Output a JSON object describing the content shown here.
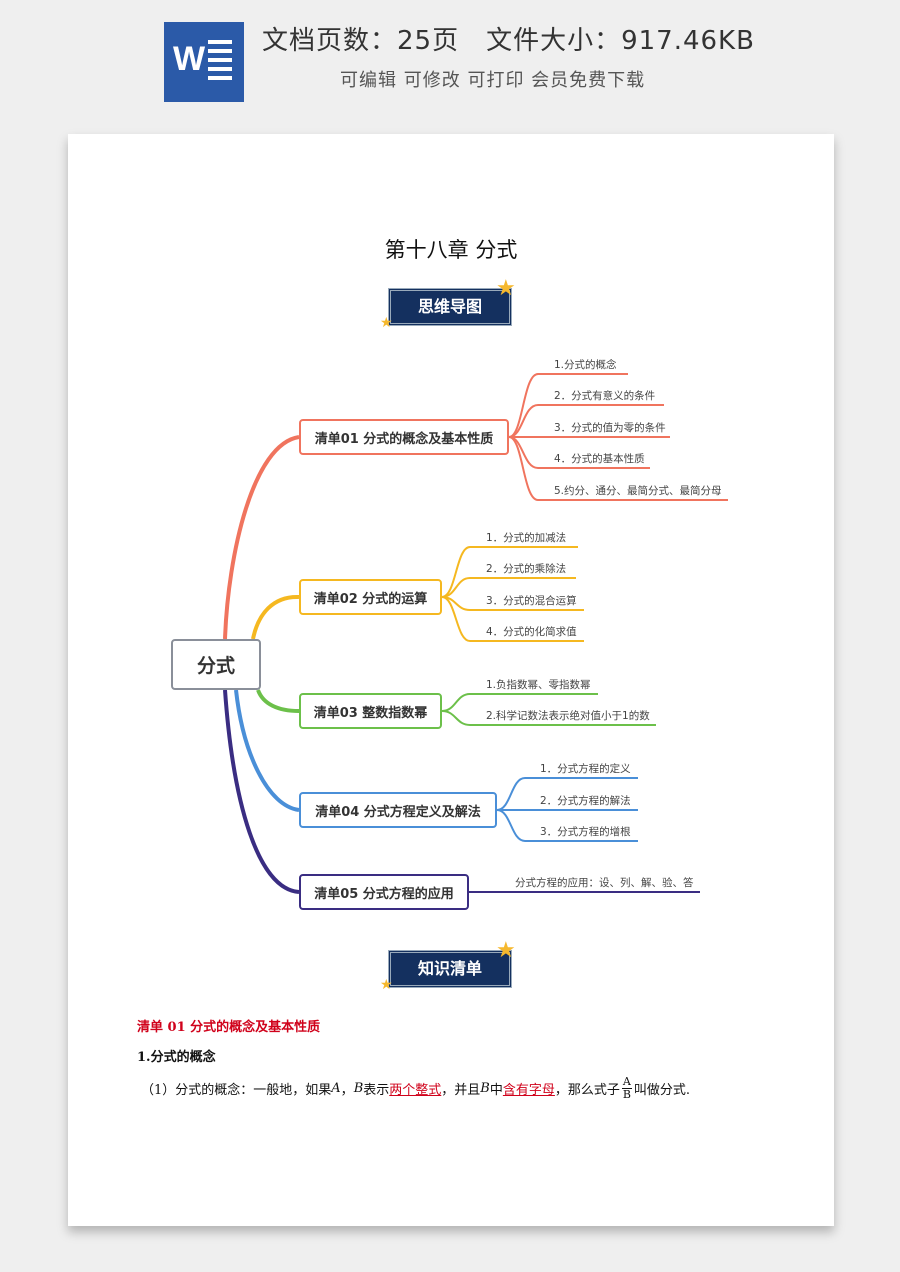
{
  "banner": {
    "title": "文档页数：25页　文件大小：917.46KB",
    "subtitle": "可编辑 可修改 可打印 会员免费下载",
    "icon_letter": "W",
    "icon": "word-document-icon"
  },
  "document": {
    "chapter_title": "第十八章  分式",
    "badge_mindmap": "思维导图",
    "badge_knowledge": "知识清单"
  },
  "mindmap": {
    "root": "分式",
    "branches": [
      {
        "label": "清单01 分式的概念及基本性质",
        "color": "#f0745e",
        "leaves": [
          "1.分式的概念",
          "2．分式有意义的条件",
          "3．分式的值为零的条件",
          "4．分式的基本性质",
          "5.约分、通分、最简分式、最简分母"
        ]
      },
      {
        "label": "清单02 分式的运算",
        "color": "#f5b820",
        "leaves": [
          "1．分式的加减法",
          "2．分式的乘除法",
          "3．分式的混合运算",
          "4．分式的化简求值"
        ]
      },
      {
        "label": "清单03 整数指数幂",
        "color": "#6cc04a",
        "leaves": [
          "1.负指数幂、零指数幂",
          "2.科学记数法表示绝对值小于1的数"
        ]
      },
      {
        "label": "清单04 分式方程定义及解法",
        "color": "#4a8fd8",
        "leaves": [
          "1．分式方程的定义",
          "2．分式方程的解法",
          "3．分式方程的增根"
        ]
      },
      {
        "label": "清单05 分式方程的应用",
        "color": "#3a2d82",
        "leaves": [
          "分式方程的应用：设、列、解、验、答"
        ]
      }
    ]
  },
  "knowledge": {
    "section_heading": "清单 01  分式的概念及基本性质",
    "sub_heading": "1.分式的概念",
    "paragraph": {
      "prefix": "（1）分式的概念：一般地，如果 ",
      "var_a": "A",
      "comma": "，",
      "var_b": "B",
      "text1": " 表示",
      "highlight1": "两个整式",
      "text2": "，并且 ",
      "var_b2": "B",
      "text3": " 中",
      "highlight2": "含有字母",
      "text4": "，那么式子",
      "frac_num": "A",
      "frac_den": "B",
      "suffix": "叫做分式."
    }
  },
  "colors": {
    "badge_bg": "#14305f",
    "star": "#f5b82e",
    "highlight_red": "#d0021b",
    "word_blue": "#2b5aa8"
  }
}
